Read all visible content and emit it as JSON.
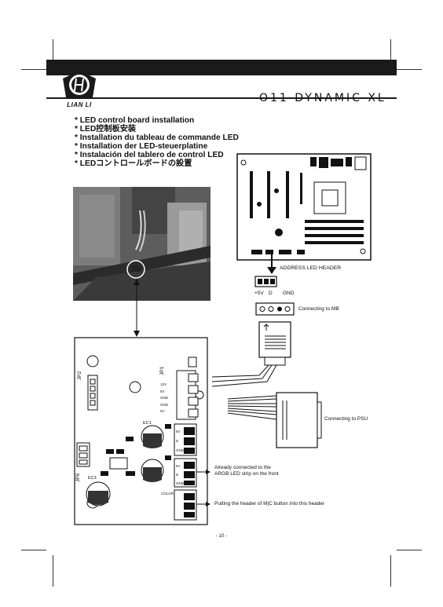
{
  "brand": {
    "logo_text": "LIAN LI",
    "model": "O11 DYNAMIC XL"
  },
  "titles": [
    "* LED control board installation",
    "* LED控制板安装",
    "* Installation du tableau de commande LED",
    "* Installation der LED-steuerplatine",
    "* Instalación del tablero de control LED",
    "* LEDコントロールボードの設置"
  ],
  "motherboard": {
    "header_label": "ADDRESS LED HEADER",
    "pins": [
      "+5V",
      "D",
      "GND"
    ],
    "connecting_mb": "Connecting to MB"
  },
  "psu": {
    "connecting_psu": "Connecting to PSU"
  },
  "board": {
    "jp1": "JP1",
    "jp2": "JP2",
    "jp6": "JP6",
    "ec1": "EC1",
    "ec3": "EC3",
    "jp1_pins": [
      "12V",
      "5V",
      "GND",
      "GND",
      "5V"
    ],
    "port_pins": [
      "5V",
      "D",
      "GND"
    ],
    "color_label": "COLOR"
  },
  "annotations": {
    "argb_line1": "Already connected to the",
    "argb_line2": "ARGB LED strip on the front",
    "mc_button": "Putting the header of M|C button into this header"
  },
  "page_number": "- 10 -"
}
